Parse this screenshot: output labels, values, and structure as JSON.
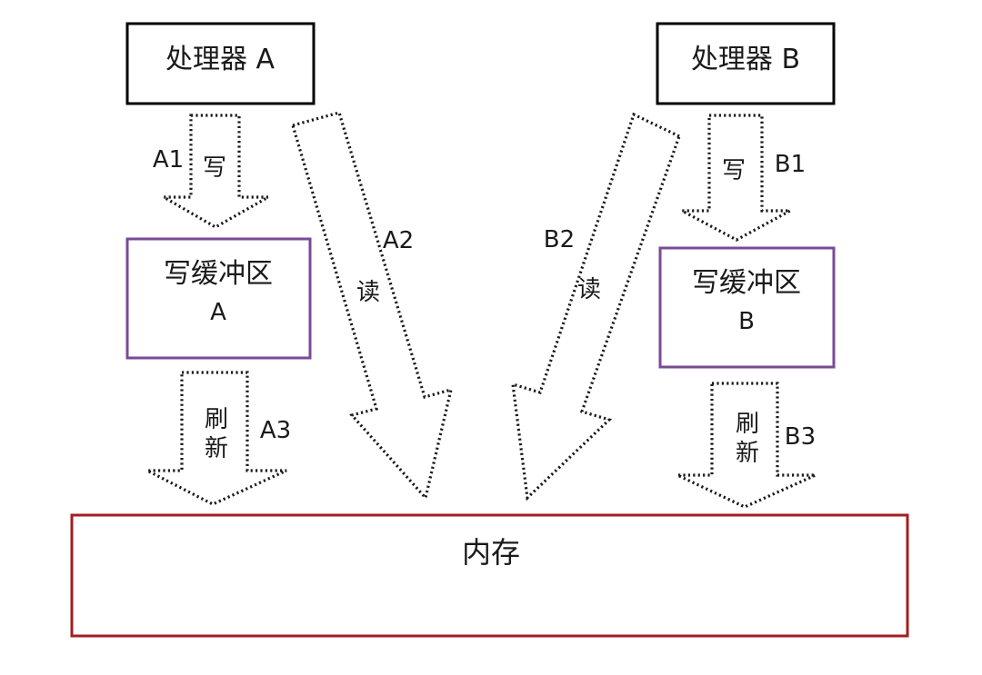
{
  "processor_a": {
    "label": "处理器 A"
  },
  "processor_b": {
    "label": "处理器 B"
  },
  "buffer_a": {
    "line1": "写缓冲区",
    "line2": "A"
  },
  "buffer_b": {
    "line1": "写缓冲区",
    "line2": "B"
  },
  "memory": {
    "label": "内存"
  },
  "arrows": {
    "a1": {
      "tag": "A1",
      "action": "写"
    },
    "a2": {
      "tag": "A2",
      "action": "读"
    },
    "a3": {
      "tag": "A3",
      "action_line1": "刷",
      "action_line2": "新"
    },
    "b1": {
      "tag": "B1",
      "action": "写"
    },
    "b2": {
      "tag": "B2",
      "action": "读"
    },
    "b3": {
      "tag": "B3",
      "action_line1": "刷",
      "action_line2": "新"
    }
  },
  "colors": {
    "processor_border": "#000000",
    "buffer_border": "#7a4a96",
    "memory_border": "#a31d22"
  }
}
